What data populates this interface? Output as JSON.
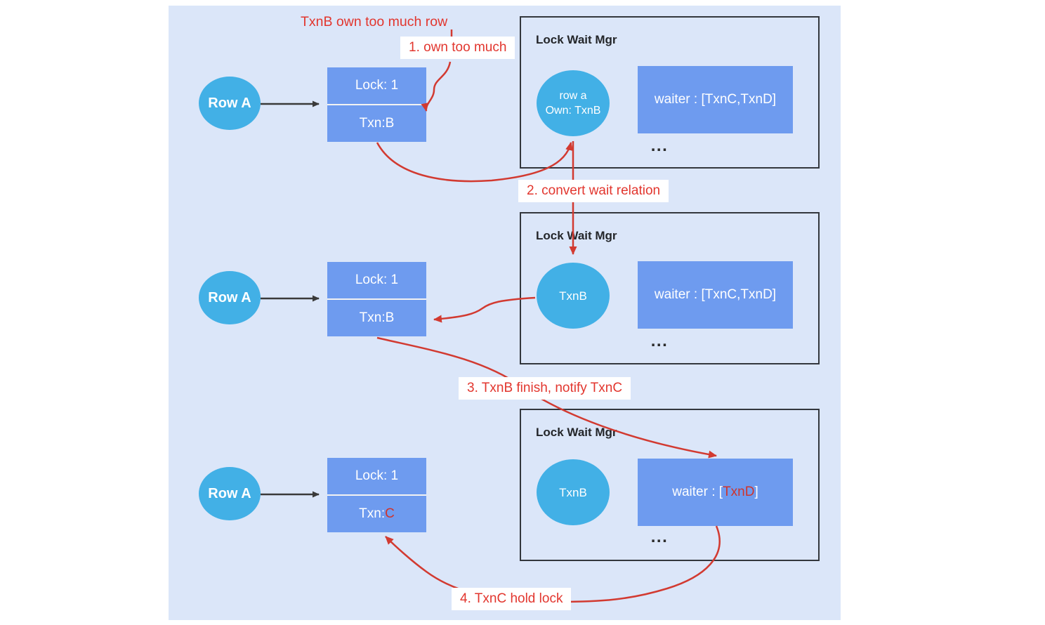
{
  "colors": {
    "panel_bg": "#dbe6f9",
    "node_blue": "#42b0e6",
    "box_blue": "#6e9bef",
    "red_text": "#e2362e",
    "red_stroke": "#d23a31",
    "red_value": "#cf342c",
    "border_dark": "#33373d"
  },
  "annotations": {
    "title": "TxnB own too much row",
    "step1": "1. own too much",
    "step2": "2. convert wait relation",
    "step3": "3. TxnB finish, notify TxnC",
    "step4": "4. TxnC hold lock"
  },
  "sections": [
    {
      "row_label": "Row A",
      "lock_label": "Lock: 1",
      "txn_prefix": "Txn: ",
      "txn_value": "B",
      "mgr_title": "Lock Wait Mgr",
      "circle_line1": "row a",
      "circle_line2": "Own: TxnB",
      "waiter_pre": "waiter : [TxnC,TxnD]",
      "waiter_red": "",
      "waiter_post": "",
      "ellipsis": "..."
    },
    {
      "row_label": "Row A",
      "lock_label": "Lock: 1",
      "txn_prefix": "Txn: ",
      "txn_value": "B",
      "mgr_title": "Lock Wait Mgr",
      "circle_line1": "TxnB",
      "circle_line2": "",
      "waiter_pre": "waiter : [TxnC,TxnD]",
      "waiter_red": "",
      "waiter_post": "",
      "ellipsis": "..."
    },
    {
      "row_label": "Row A",
      "lock_label": "Lock: 1",
      "txn_prefix": "Txn: ",
      "txn_value": "C",
      "mgr_title": "Lock Wait Mgr",
      "circle_line1": "TxnB",
      "circle_line2": "",
      "waiter_pre": "waiter : [",
      "waiter_red": "TxnD",
      "waiter_post": "]",
      "ellipsis": "..."
    }
  ]
}
